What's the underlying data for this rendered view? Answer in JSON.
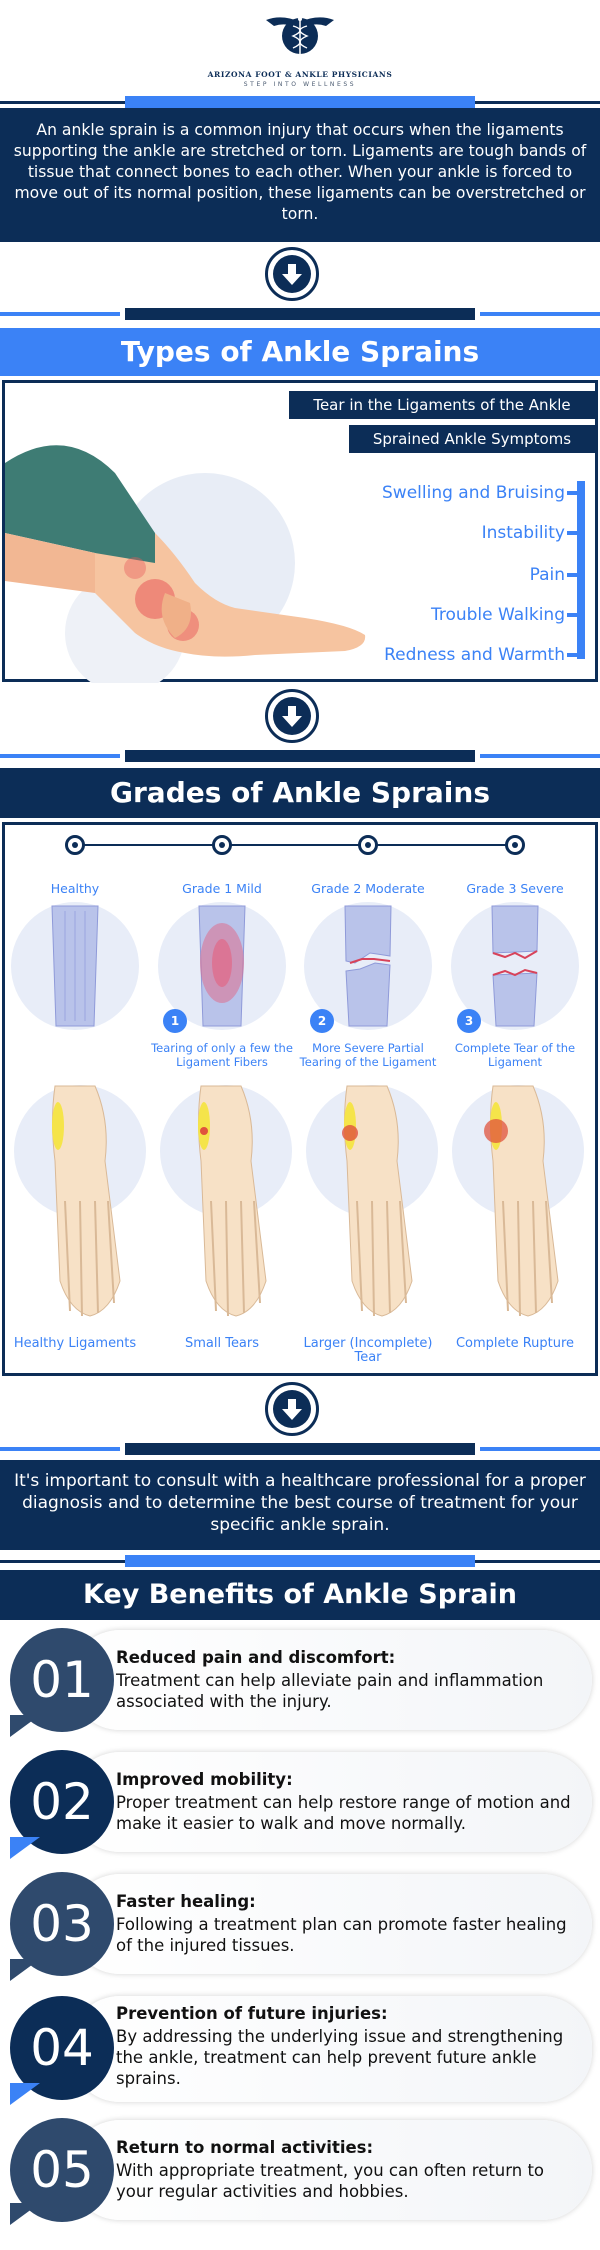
{
  "header": {
    "brand_name": "ARIZONA FOOT & ANKLE PHYSICIANS",
    "tagline": "STEP INTO WELLNESS"
  },
  "intro": {
    "text": "An ankle sprain is a common injury that occurs when the ligaments supporting the ankle are stretched or torn. Ligaments are tough bands of tissue that connect bones to each other. When your ankle is forced to move out of its normal position, these ligaments can be overstretched or torn."
  },
  "types": {
    "title": "Types of Ankle Sprains",
    "tag1": "Tear in the Ligaments of the Ankle",
    "tag2": "Sprained Ankle Symptoms",
    "symptoms": [
      "Swelling and Bruising",
      "Instability",
      "Pain",
      "Trouble Walking",
      "Redness and Warmth"
    ]
  },
  "grades": {
    "title": "Grades of Ankle Sprains",
    "labels": [
      "Healthy",
      "Grade 1 Mild",
      "Grade 2 Moderate",
      "Grade 3 Severe"
    ],
    "numbers": [
      "1",
      "2",
      "3"
    ],
    "descriptions": [
      "Tearing of only a few the Ligament Fibers",
      "More Severe Partial Tearing of the Ligament",
      "Complete Tear of the Ligament"
    ],
    "foot_labels": [
      "Healthy Ligaments",
      "Small Tears",
      "Larger (Incomplete) Tear",
      "Complete Rupture"
    ]
  },
  "consult": {
    "text": "It's important to consult with a healthcare professional for a proper diagnosis and to determine the best course of treatment for your specific ankle sprain."
  },
  "benefits": {
    "title": "Key Benefits of Ankle Sprain Treatment",
    "items": [
      {
        "num": "01",
        "title": "Reduced pain and discomfort:",
        "text": "Treatment can help alleviate pain and inflammation associated with the injury."
      },
      {
        "num": "02",
        "title": "Improved mobility:",
        "text": "Proper treatment can help restore range of motion and make it easier to walk and move normally."
      },
      {
        "num": "03",
        "title": "Faster healing:",
        "text": "Following a treatment plan can promote faster healing of the injured tissues."
      },
      {
        "num": "04",
        "title": "Prevention of future injuries:",
        "text": "By addressing the underlying issue and strengthening the ankle, treatment can help prevent future ankle sprains."
      },
      {
        "num": "05",
        "title": "Return to normal activities:",
        "text": "With appropriate treatment, you can often return to your regular activities and hobbies."
      }
    ]
  },
  "colors": {
    "navy": "#0c2d57",
    "blue": "#3b82f6"
  },
  "icons": [
    "caduceus-logo-icon",
    "down-arrow-icon",
    "leg-illustration",
    "ligament-icon",
    "foot-skeleton-icon"
  ]
}
